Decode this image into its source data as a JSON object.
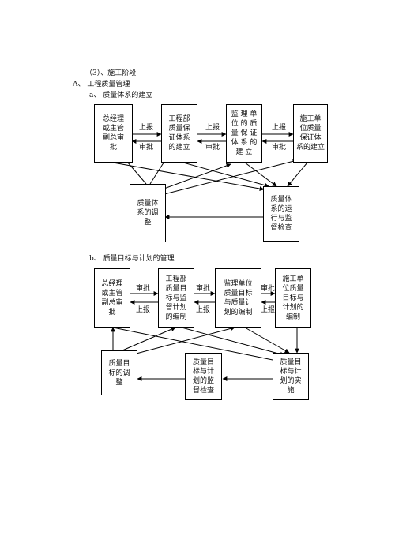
{
  "headings": {
    "stage": "（3）、施工阶段",
    "section_a": "A、  工程质量管理",
    "sub_a": "a、  质量体系的建立",
    "sub_b": "b、  质量目标与计划的管理"
  },
  "diagram_a": {
    "boxes": {
      "manager": "总经理\n或主管\n副总审\n批",
      "project_dept": "工程部\n质量保\n证体系\n的建立",
      "supervisor": "监 理 单\n位 的 质\n量 保 证\n体 系 的\n建 立",
      "construction_unit": "施工单\n位质量\n保证体\n系的建立",
      "adjustment": "质量体\n系的调\n整",
      "monitoring": "质量体\n系的运\n行与监\n督检查"
    },
    "labels": {
      "report_1": "上报",
      "approve_1": "审批",
      "report_2": "上报",
      "approve_2": "审批",
      "report_3": "上报",
      "approve_3": "审批"
    }
  },
  "diagram_b": {
    "boxes": {
      "manager": "总经理\n或主管\n副总审\n批",
      "project_dept": "工程部\n质量目\n标与监\n督计划\n的编制",
      "supervisor": "监理单位\n质量目标\n与质量计\n划的编制",
      "construction_unit": "施工单\n位质量\n目标与\n计划的\n编制",
      "adjustment": "质量目\n标的调\n整",
      "monitoring": "质量目\n标与计\n划的监\n督检查",
      "implementation": "质量目\n标与计\n划的实\n施"
    },
    "labels": {
      "approve_1": "审批",
      "report_1": "上报",
      "approve_2": "审批",
      "report_2": "上报",
      "approve_3": "审批",
      "report_3": "上报"
    }
  }
}
